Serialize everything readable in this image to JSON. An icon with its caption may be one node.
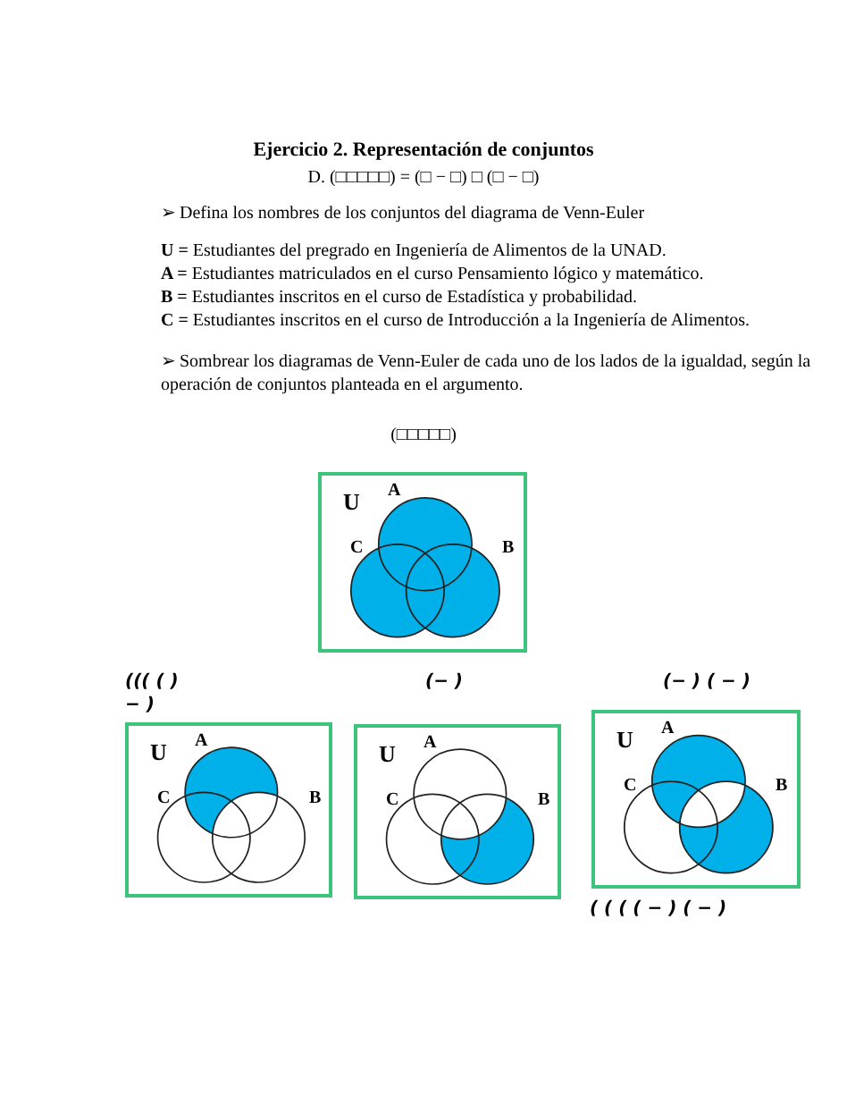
{
  "diagram": {
    "title": "Ejercicio 2. Representación de conjuntos",
    "nodes": [
      {
        "text": [
          "U",
          "A",
          "C",
          "B"
        ]
      },
      {
        "text": [
          "U",
          "A",
          "C",
          "B"
        ]
      },
      {
        "text": [
          "U",
          "A",
          "C",
          "B"
        ]
      },
      {
        "text": [
          "U",
          "A",
          "C",
          "B"
        ]
      }
    ],
    "labels": [
      "D. (□□□□□) = (□ − □) □ (□ − □)",
      "➢ Defina los nombres de los conjuntos del diagrama de Venn-Euler",
      "**U =** Estudiantes del pregrado en Ingeniería de Alimentos de la UNAD.",
      "**A =** Estudiantes matriculados en el curso Pensamiento lógico y matemático.",
      "**B =** Estudiantes inscritos en el curso de Estadística y probabilidad.",
      "**C =** Estudiantes inscritos en el curso de Introducción a la Ingeniería de Alimentos.",
      "➢ Sombrear los diagramas de Venn-Euler de cada uno de los lados de la igualdad, según la operación de conjuntos planteada en el argumento.",
      "(□□□□□)",
      "((( ( ) − )",
      "(− )",
      "(− ) ( − )",
      "( ( ( ( − ) ( − )"
    ]
  }
}
